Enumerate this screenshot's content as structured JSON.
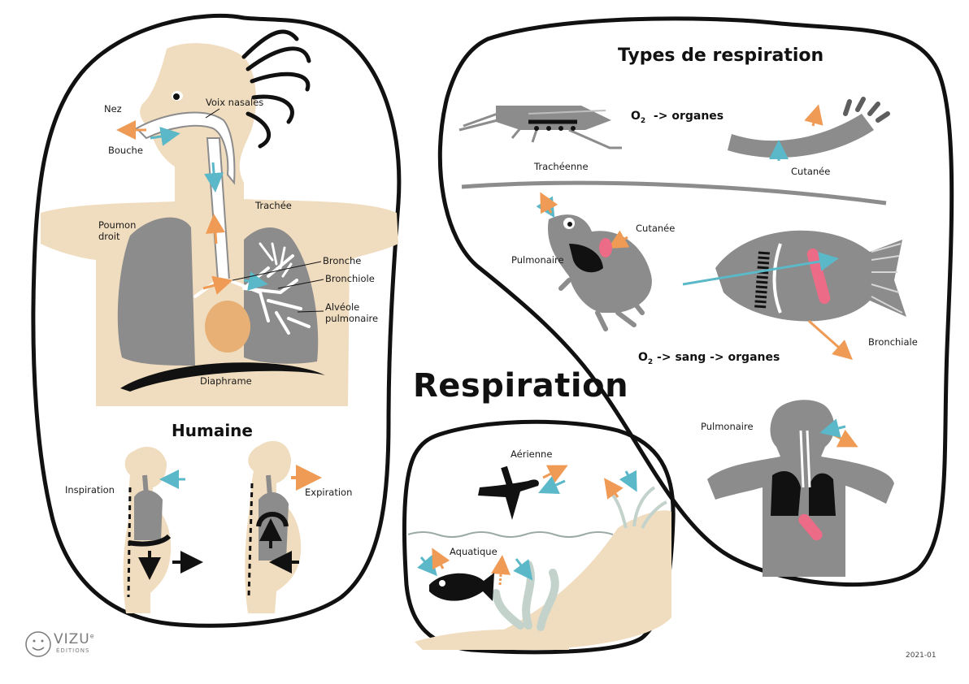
{
  "title": "Respiration",
  "human_panel": {
    "title": "Humaine",
    "labels": {
      "nose": "Nez",
      "mouth": "Bouche",
      "nasal": "Voix nasales",
      "trachea": "Trachée",
      "lung": "Poumon droit",
      "bronchus": "Bronche",
      "bronchiole": "Bronchiole",
      "alveolus": "Alvéole pulmonaire",
      "diaphragm": "Diaphrame"
    },
    "inspiration": "Inspiration",
    "expiration": "Expiration"
  },
  "types_panel": {
    "title": "Types de respiration",
    "formula_top": {
      "o": "O",
      "sub": "2",
      "rest": "  -> organes"
    },
    "formula_mid": {
      "o": "O",
      "sub": "2",
      "rest": " -> sang -> organes"
    },
    "labels": {
      "tracheal": "Trachéenne",
      "cutaneous_worm": "Cutanée",
      "cutaneous_frog": "Cutanée",
      "pulmonary_frog": "Pulmonaire",
      "branchial": "Bronchiale",
      "pulmonary_human": "Pulmonaire"
    }
  },
  "environment_panel": {
    "aerial": "Aérienne",
    "aquatic": "Aquatique"
  },
  "logo": {
    "word": "VIZU",
    "sup": "e",
    "sub": "ÉDITIONS"
  },
  "edition": "2021-01",
  "colors": {
    "skin": "#f0dcbe",
    "grey": "#8c8c8c",
    "orange": "#ef9a55",
    "blue": "#5bb8c8",
    "pink": "#ec6b86",
    "black": "#111111",
    "sage": "#c3d3cb"
  }
}
